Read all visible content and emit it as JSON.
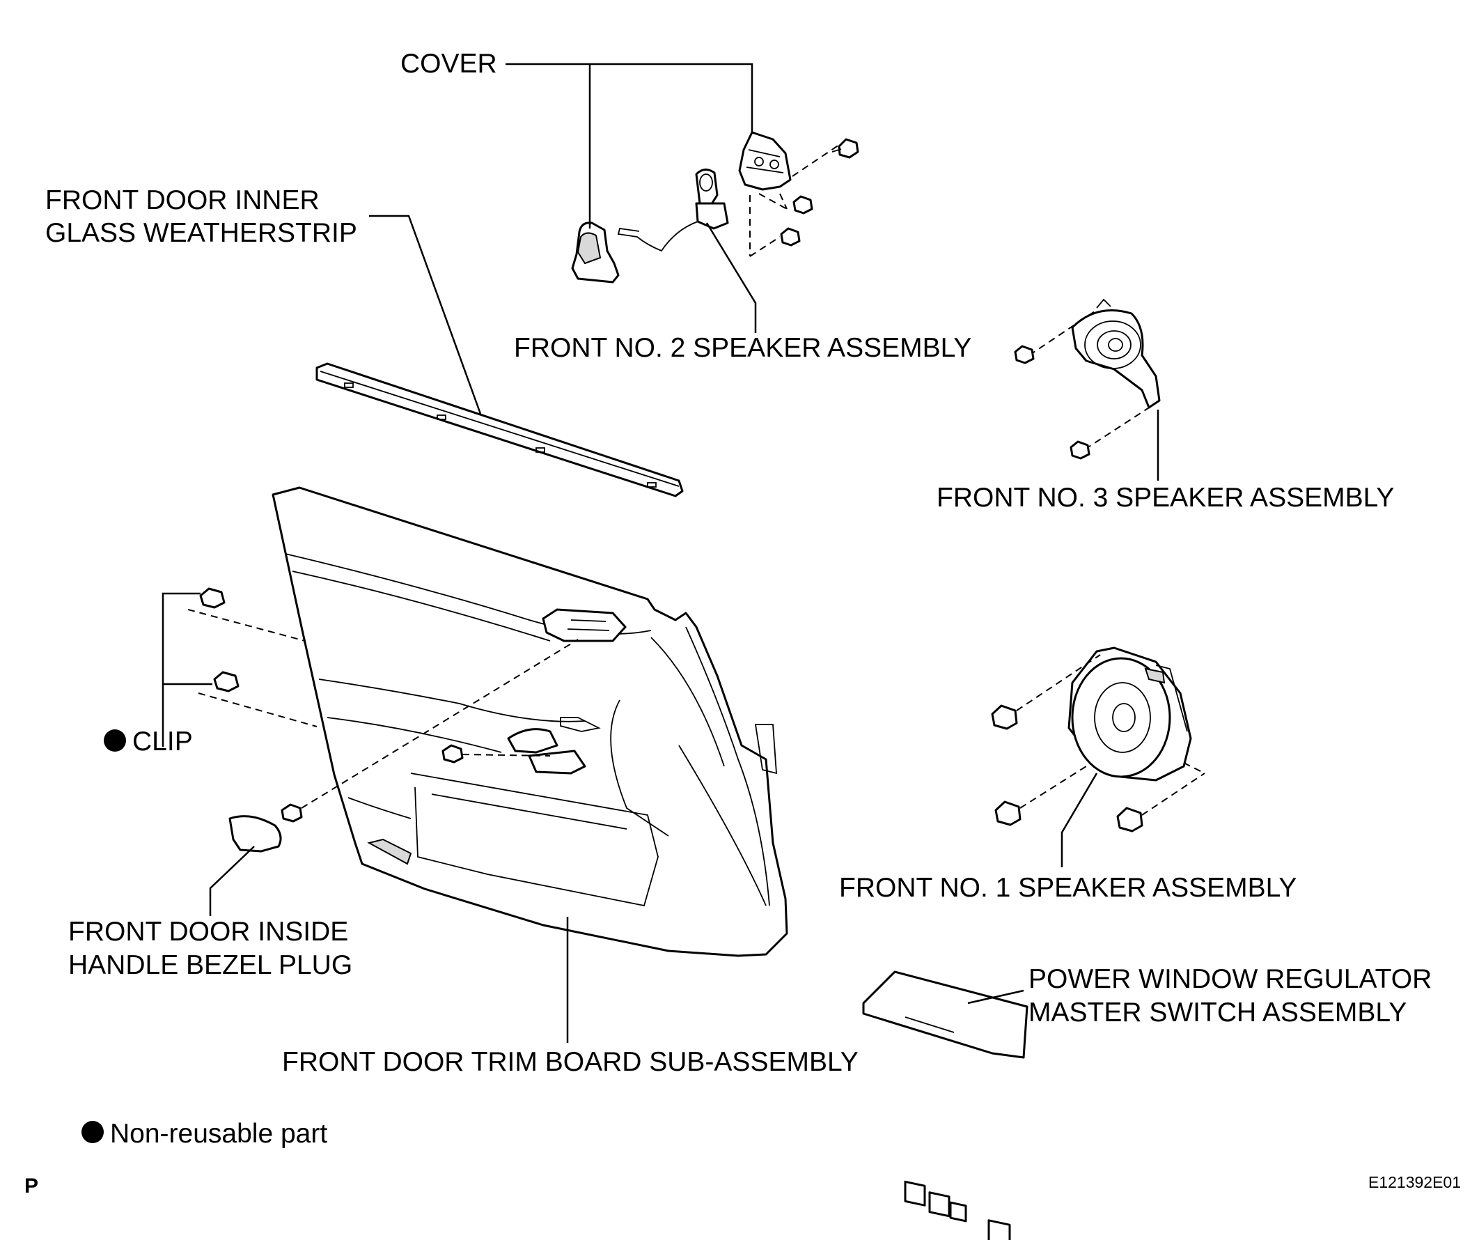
{
  "labels": {
    "cover": "COVER",
    "weatherstrip_line1": "FRONT DOOR INNER",
    "weatherstrip_line2": "GLASS WEATHERSTRIP",
    "speaker2": "FRONT NO. 2 SPEAKER ASSEMBLY",
    "speaker3": "FRONT NO. 3 SPEAKER ASSEMBLY",
    "clip": "CLIP",
    "speaker1": "FRONT NO. 1 SPEAKER ASSEMBLY",
    "bezel_plug_line1": "FRONT DOOR INSIDE",
    "bezel_plug_line2": "HANDLE BEZEL PLUG",
    "switch_line1": "POWER WINDOW REGULATOR",
    "switch_line2": "MASTER SWITCH ASSEMBLY",
    "trim_board": "FRONT DOOR TRIM BOARD SUB-ASSEMBLY"
  },
  "legend": {
    "non_reusable": "Non-reusable part"
  },
  "footer": {
    "page_mark": "P",
    "figure_code": "E121392E01"
  }
}
